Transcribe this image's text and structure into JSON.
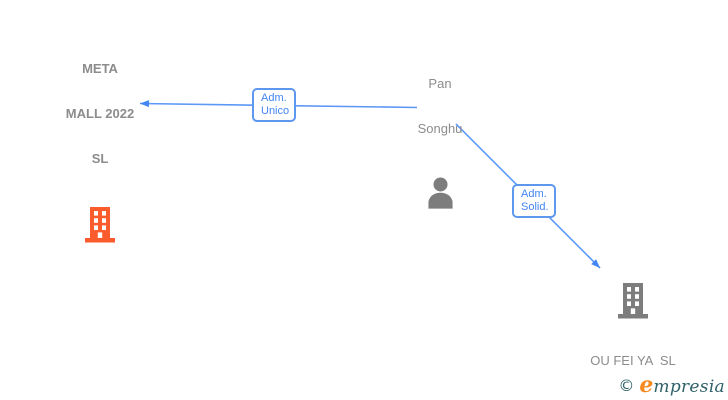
{
  "diagram": {
    "nodes": [
      {
        "id": "meta-mall",
        "type": "company",
        "icon": "building-icon",
        "icon_color": "#fb5b2d",
        "lines": [
          "META",
          "MALL 2022",
          "SL"
        ]
      },
      {
        "id": "pan-songhu",
        "type": "person",
        "icon": "person-icon",
        "icon_color": "#7d7d7d",
        "lines": [
          "Pan",
          "Songhu"
        ]
      },
      {
        "id": "ou-fei-ya",
        "type": "company",
        "icon": "building-icon",
        "icon_color": "#808080",
        "lines": [
          "OU FEI YA  SL"
        ]
      }
    ],
    "edges": [
      {
        "from": "pan-songhu",
        "to": "meta-mall",
        "label_lines": [
          "Adm.",
          "Unico"
        ]
      },
      {
        "from": "pan-songhu",
        "to": "ou-fei-ya",
        "label_lines": [
          "Adm.",
          "Solid."
        ]
      }
    ],
    "colors": {
      "edge_line": "#5b97f5",
      "edge_arrow": "#4285f4",
      "edge_label_text": "#4285f4",
      "edge_label_border": "#5e97ee",
      "node_label_text": "#8c8c8c",
      "company_orange": "#fb5b2d",
      "entity_gray": "#7d7d7d"
    }
  },
  "footer": {
    "copyright": "©",
    "brand_initial": "e",
    "brand_rest": "mpresia",
    "brand_color": "#2e6168",
    "brand_accent": "#f6891f"
  }
}
